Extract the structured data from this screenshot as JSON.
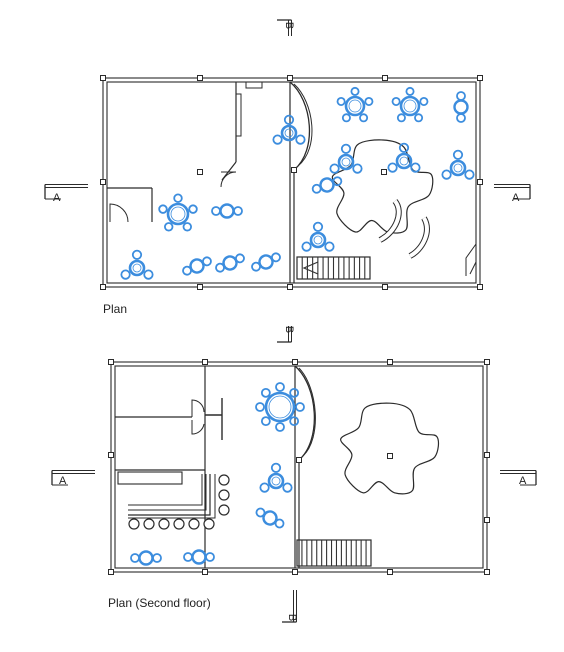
{
  "plans": [
    {
      "id": "ground",
      "caption": "Plan"
    },
    {
      "id": "second",
      "caption": "Plan (Second floor)"
    }
  ],
  "section_marks": {
    "a": "A",
    "b": "B"
  },
  "colors": {
    "line": "#2b2b2b",
    "furniture": "#3c8dde",
    "stair": "#333333"
  }
}
